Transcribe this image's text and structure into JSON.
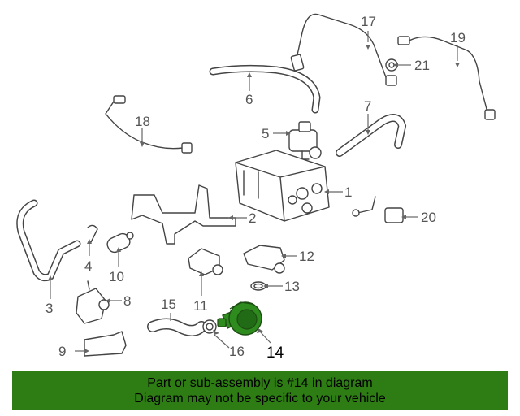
{
  "diagram": {
    "callouts": [
      "1",
      "2",
      "3",
      "4",
      "5",
      "6",
      "7",
      "8",
      "9",
      "10",
      "11",
      "12",
      "13",
      "14",
      "15",
      "16",
      "17",
      "18",
      "19",
      "20",
      "21"
    ],
    "highlighted_part": "14",
    "highlight_color": "#2e8b1e"
  },
  "banner": {
    "line1": "Part or sub-assembly is #14 in diagram",
    "line2": "Diagram may not be specific to your vehicle",
    "background": "#2e7d14"
  }
}
